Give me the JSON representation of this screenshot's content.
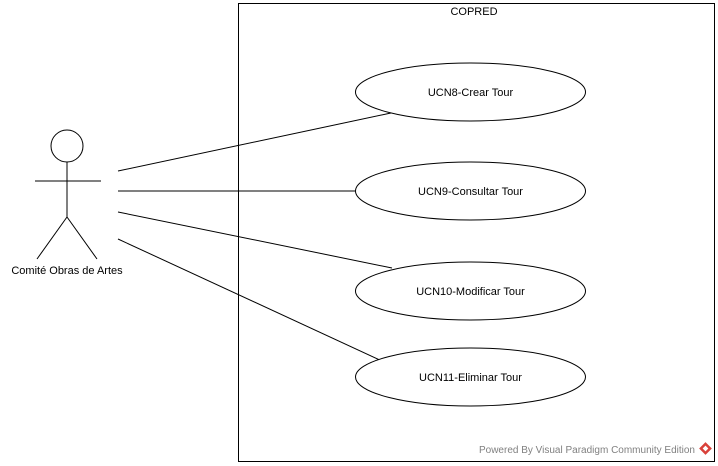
{
  "system": {
    "name": "COPRED"
  },
  "actor": {
    "name": "Comité Obras de Artes"
  },
  "use_cases": [
    {
      "label": "UCN8-Crear Tour"
    },
    {
      "label": "UCN9-Consultar Tour"
    },
    {
      "label": "UCN10-Modificar Tour"
    },
    {
      "label": "UCN11-Eliminar Tour"
    }
  ],
  "watermark": {
    "text": "Powered By  Visual Paradigm Community Edition",
    "logo_icon": "visual-paradigm-logo-icon",
    "logo_color": "#d9413a"
  }
}
